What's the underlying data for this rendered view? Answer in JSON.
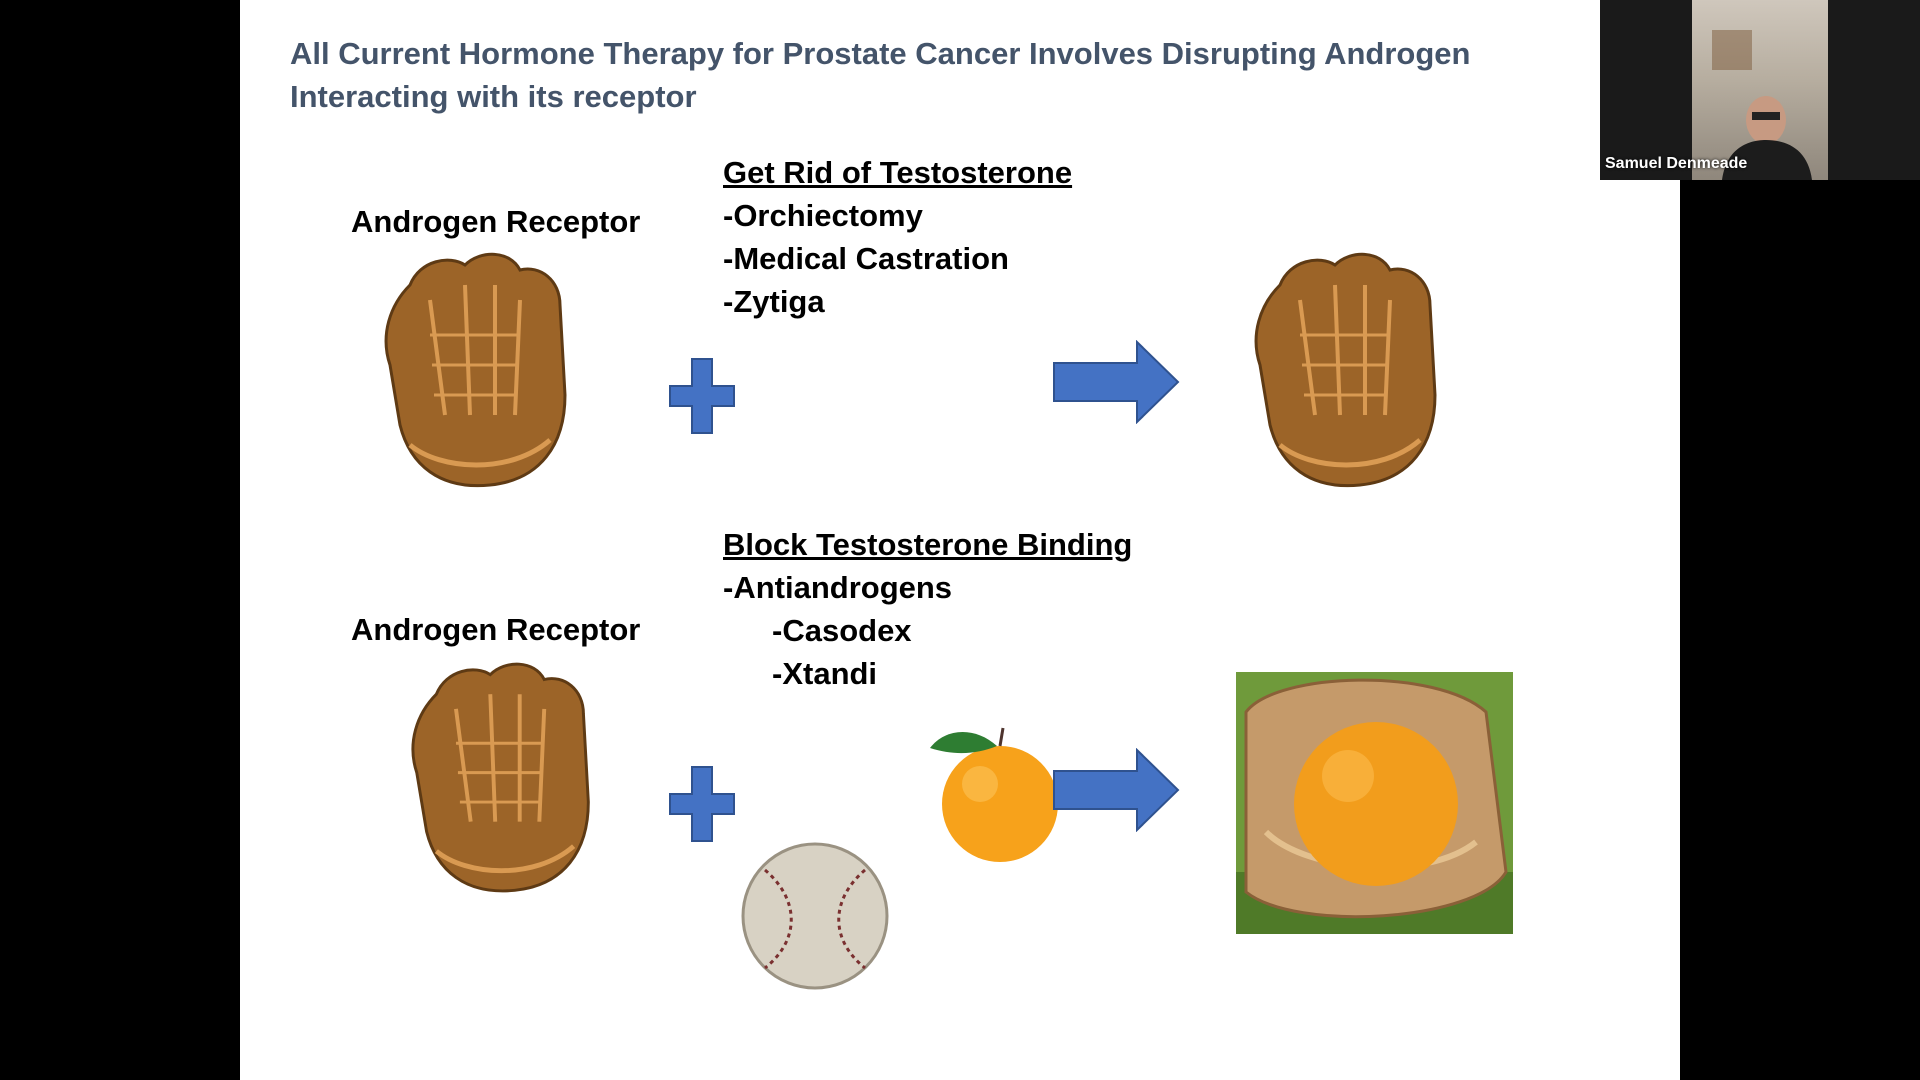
{
  "slide": {
    "title": "All Current Hormone Therapy for Prostate Cancer Involves Disrupting Androgen Interacting with its receptor",
    "row1": {
      "receptor_label": "Androgen Receptor",
      "heading": "Get Rid of Testosterone",
      "items": [
        "-Orchiectomy",
        "-Medical Castration",
        "-Zytiga"
      ]
    },
    "row2": {
      "receptor_label": "Androgen Receptor",
      "heading": "Block Testosterone Binding",
      "items": [
        "-Antiandrogens",
        "-Casodex",
        "-Xtandi"
      ]
    }
  },
  "video": {
    "participant_name": "Samuel Denmeade"
  },
  "colors": {
    "title": "#44546a",
    "shape_blue": "#4472c4",
    "shape_border": "#2f528f",
    "glove_brown": "#9c6428",
    "orange": "#f7a21b"
  },
  "icons": [
    "plus-shape",
    "right-arrow-shape",
    "baseball-glove-image",
    "baseball-image",
    "orange-image",
    "orange-in-glove-image"
  ]
}
